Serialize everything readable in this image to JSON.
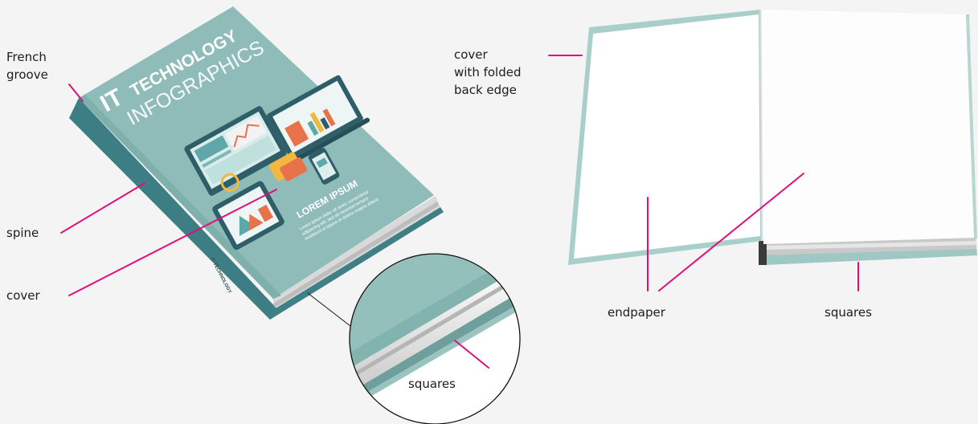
{
  "book_cover": {
    "title_it": "IT",
    "title_technology": "TECHNOLOGY",
    "title_infographics": "INFOGRAPHICS",
    "subtitle": "LOREM IPSUM",
    "body_lines": [
      "Lorem ipsum dolor sit amet, consectetur",
      "adipiscing elit, sed do eiusmod tempor",
      "incididunt ut labore et dolore magna aliqua"
    ],
    "spine_text": "IT TECHNOLOGY"
  },
  "labels": {
    "french_groove": [
      "French",
      "groove"
    ],
    "spine": "spine",
    "cover": "cover",
    "squares_zoom": "squares",
    "cover_folded": [
      "cover",
      "with folded",
      "back edge"
    ],
    "endpaper": "endpaper",
    "squares_right": "squares"
  },
  "colors": {
    "background": "#f4f4f4",
    "leader_line": "#e0107a",
    "cover_teal": "#8fbcb8",
    "spine_teal": "#3f7f86",
    "endpaper_white": "#ffffff"
  }
}
